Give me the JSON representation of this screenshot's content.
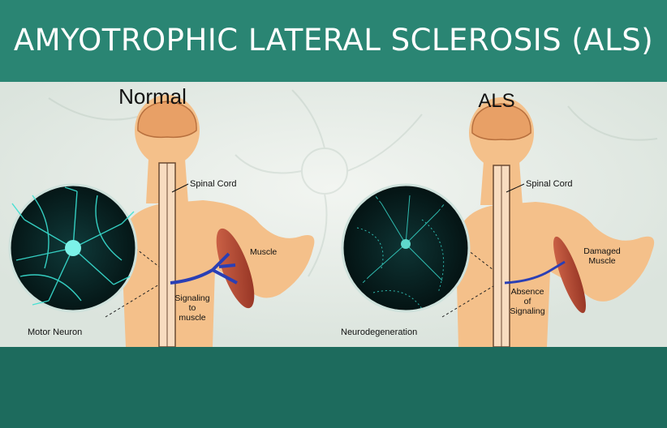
{
  "header": {
    "title": "AMYOTROPHIC LATERAL SCLEROSIS (ALS)"
  },
  "colors": {
    "header": "#2a8573",
    "footer": "#1d6b5d",
    "skin": "#f4c08a",
    "muscle": "#b8442d",
    "nerve": "#2a3fb5",
    "neuron": "#39e0d2"
  },
  "normal": {
    "heading": "Normal",
    "spinal_cord": "Spinal Cord",
    "muscle": "Muscle",
    "signal_line1": "Signaling",
    "signal_line2": "to",
    "signal_line3": "muscle",
    "motor_neuron": "Motor Neuron"
  },
  "als": {
    "heading": "ALS",
    "spinal_cord": "Spinal Cord",
    "damaged_line1": "Damaged",
    "damaged_line2": "Muscle",
    "absence_line1": "Absence",
    "absence_line2": "of",
    "absence_line3": "Signaling",
    "neurodegeneration": "Neurodegeneration"
  }
}
